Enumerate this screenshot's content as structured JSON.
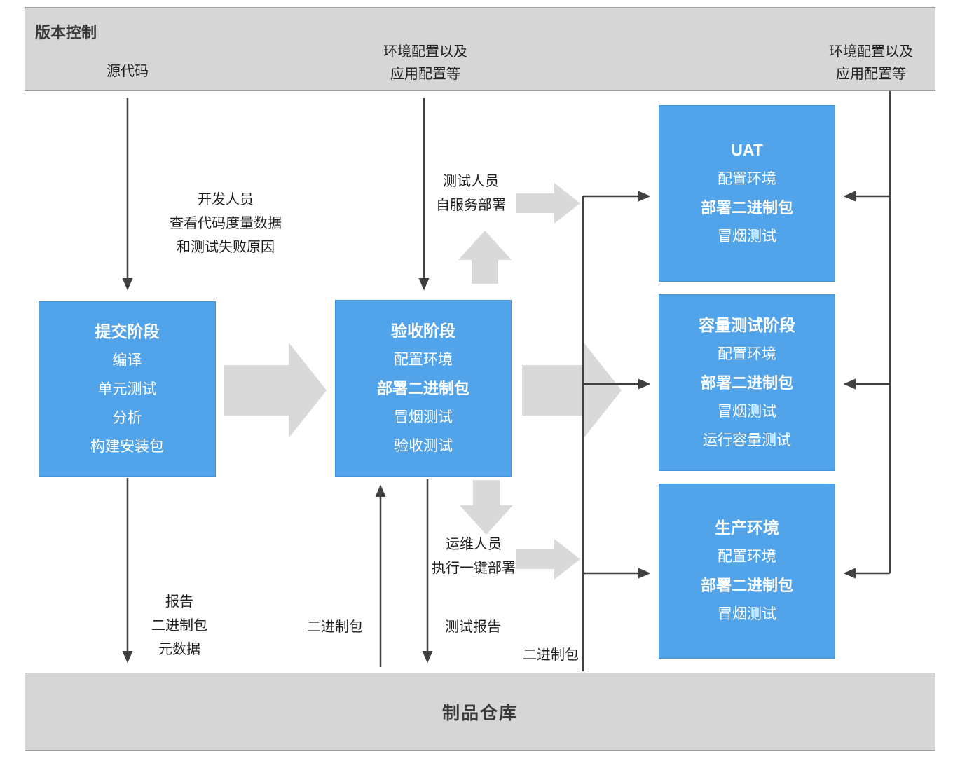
{
  "bars": {
    "version_control": "版本控制",
    "artifact_repository": "制品仓库"
  },
  "top_labels": {
    "source_code": "源代码",
    "env_config_mid": [
      "环境配置以及",
      "应用配置等"
    ],
    "env_config_right": [
      "环境配置以及",
      "应用配置等"
    ]
  },
  "stages": {
    "commit": {
      "title": "提交阶段",
      "lines": [
        "编译",
        "单元测试",
        "分析",
        "构建安装包"
      ]
    },
    "acceptance": {
      "title": "验收阶段",
      "lines": [
        "配置环境",
        "部署二进制包",
        "冒烟测试",
        "验收测试"
      ]
    },
    "uat": {
      "title": "UAT",
      "lines": [
        "配置环境",
        "部署二进制包",
        "冒烟测试"
      ]
    },
    "capacity": {
      "title": "容量测试阶段",
      "lines": [
        "配置环境",
        "部署二进制包",
        "冒烟测试",
        "运行容量测试"
      ]
    },
    "production": {
      "title": "生产环境",
      "lines": [
        "配置环境",
        "部署二进制包",
        "冒烟测试"
      ]
    }
  },
  "annotations": {
    "developer_feedback": [
      "开发人员",
      "查看代码度量数据",
      "和测试失败原因"
    ],
    "tester_self_service": [
      "测试人员",
      "自服务部署"
    ],
    "ops_one_click": [
      "运维人员",
      "执行一键部署"
    ],
    "commit_outputs": [
      "报告",
      "二进制包",
      "元数据"
    ],
    "binary_package_up": "二进制包",
    "test_report": "测试报告",
    "binary_package_right": "二进制包"
  },
  "colors": {
    "stage_blue": "#51a3ea",
    "bar_gray": "#d6d6d6",
    "block_arrow_gray": "#d9d9d9",
    "line_dark": "#404040"
  }
}
